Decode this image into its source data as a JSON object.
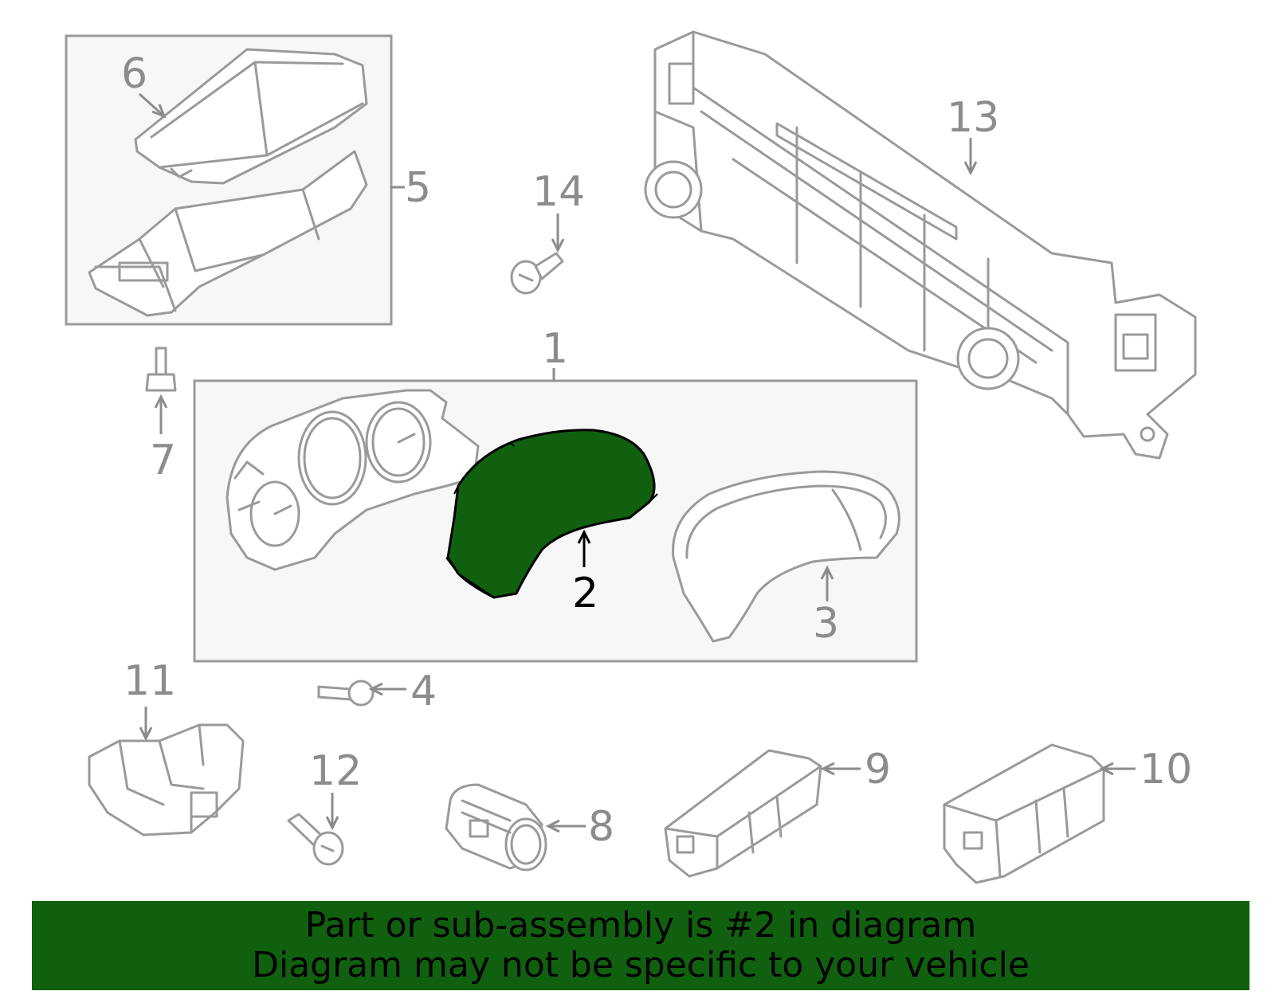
{
  "diagram": {
    "highlight_color": "#106010",
    "outline_color": "#9a9a9a",
    "callouts": [
      {
        "id": "1",
        "label": "1"
      },
      {
        "id": "2",
        "label": "2",
        "highlighted": true
      },
      {
        "id": "3",
        "label": "3"
      },
      {
        "id": "4",
        "label": "4"
      },
      {
        "id": "5",
        "label": "5"
      },
      {
        "id": "6",
        "label": "6"
      },
      {
        "id": "7",
        "label": "7"
      },
      {
        "id": "8",
        "label": "8"
      },
      {
        "id": "9",
        "label": "9"
      },
      {
        "id": "10",
        "label": "10"
      },
      {
        "id": "11",
        "label": "11"
      },
      {
        "id": "12",
        "label": "12"
      },
      {
        "id": "13",
        "label": "13"
      },
      {
        "id": "14",
        "label": "14"
      }
    ]
  },
  "banner": {
    "line1": "Part or sub-assembly is #2 in diagram",
    "line2": "Diagram may not be specific to your vehicle",
    "background": "#106010"
  }
}
